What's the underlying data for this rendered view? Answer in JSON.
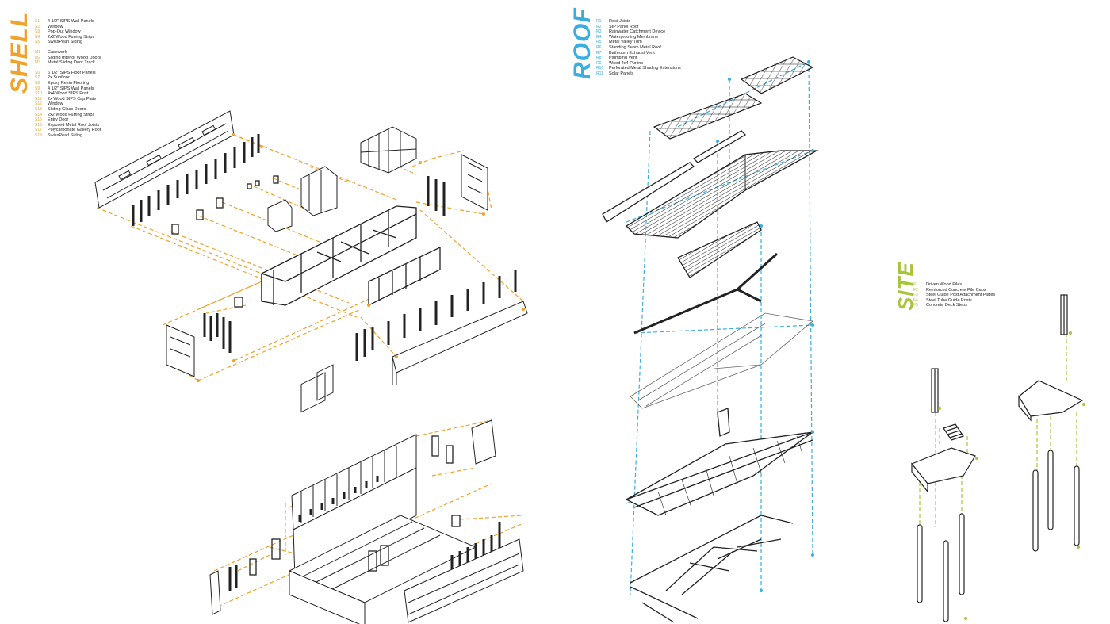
{
  "colors": {
    "shell": "#f0a22a",
    "roof": "#3aaee0",
    "site": "#a8c43a",
    "ink": "#222222"
  },
  "shell": {
    "title": "SHELL",
    "groups": [
      [
        {
          "code": "S1",
          "label": "4 1/2\" SIPS Wall Panels"
        },
        {
          "code": "S2",
          "label": "Window"
        },
        {
          "code": "S3",
          "label": "Pop-Out Window"
        },
        {
          "code": "S4",
          "label": "2x2 Wood Furring Strips"
        },
        {
          "code": "S5",
          "label": "SwissPearl Siding"
        }
      ],
      [
        {
          "code": "M1",
          "label": "Casework"
        },
        {
          "code": "M2",
          "label": "Sliding Interior Wood Doors"
        },
        {
          "code": "M3",
          "label": "Metal Sliding Door Track"
        }
      ],
      [
        {
          "code": "S6",
          "label": "6 1/2\" SIPS Floor Panels"
        },
        {
          "code": "S7",
          "label": "2x Subfloor"
        },
        {
          "code": "S8",
          "label": "Epoxy Resin Flooring"
        },
        {
          "code": "S9",
          "label": "4 1/2\" SIPS Wall Panels"
        },
        {
          "code": "S10",
          "label": "4x4 Wood SIPS Post"
        },
        {
          "code": "S11",
          "label": "2x Wood SIPS Cap Plate"
        },
        {
          "code": "S12",
          "label": "Window"
        },
        {
          "code": "S13",
          "label": "Sliding Glass Doors"
        },
        {
          "code": "S14",
          "label": "2x2 Wood Furring Strips"
        },
        {
          "code": "S15",
          "label": "Entry Door"
        },
        {
          "code": "S16",
          "label": "Exposed Metal Roof Joists"
        },
        {
          "code": "S17",
          "label": "Polycarbonate Gallery Roof"
        },
        {
          "code": "S18",
          "label": "SwissPearl Siding"
        }
      ]
    ]
  },
  "roof": {
    "title": "ROOF",
    "items": [
      {
        "code": "R1",
        "label": "Roof Joists"
      },
      {
        "code": "R2",
        "label": "SIP Panel Roof"
      },
      {
        "code": "R3",
        "label": "Rainwater Catchment Device"
      },
      {
        "code": "R4",
        "label": "Waterproofing Membrane"
      },
      {
        "code": "R5",
        "label": "Metal Valley Trim"
      },
      {
        "code": "R6",
        "label": "Standing Seam Metal Roof"
      },
      {
        "code": "R7",
        "label": "Bathroom Exhaust Vent"
      },
      {
        "code": "R8",
        "label": "Plumbing Vent"
      },
      {
        "code": "R9",
        "label": "Wood 4x4 Purlins"
      },
      {
        "code": "R10",
        "label": "Perforated Metal Shading Extensions"
      },
      {
        "code": "R11",
        "label": "Solar Panels"
      }
    ]
  },
  "site": {
    "title": "SITE",
    "items": [
      {
        "code": "F1",
        "label": "Driven Wood Piles"
      },
      {
        "code": "F2",
        "label": "Reinforced Concrete Pile Caps"
      },
      {
        "code": "F3",
        "label": "Steel Guide Post Attachment Plates"
      },
      {
        "code": "F4",
        "label": "Steel Tube Guide Posts"
      },
      {
        "code": "F5",
        "label": "Concrete Deck Steps"
      }
    ]
  }
}
